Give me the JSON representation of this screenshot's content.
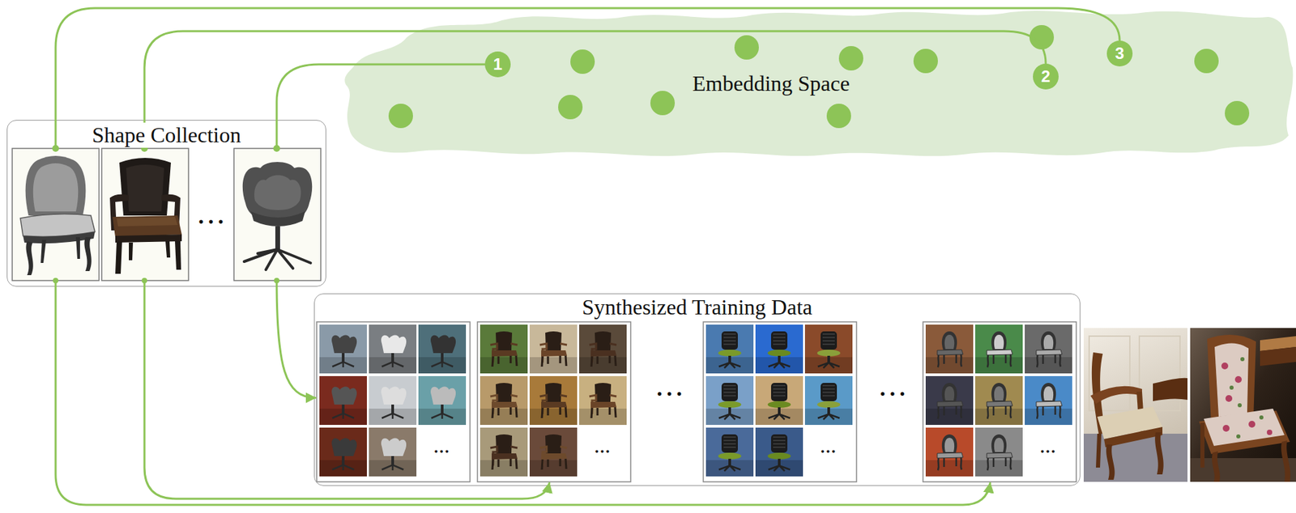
{
  "diagram": {
    "nodes": [
      {
        "text": [
          "Embedding Space"
        ]
      },
      {
        "text": [
          "1"
        ],
        "in": 0
      },
      {
        "text": [
          "2"
        ],
        "in": 0
      },
      {
        "text": [
          "3"
        ],
        "in": 0
      },
      {
        "text": [
          "Shape Collection"
        ]
      },
      {
        "text": [
          "Synthesized Training Data"
        ]
      }
    ],
    "labels": [
      "...",
      "...",
      "...",
      "...",
      "...",
      "...",
      "..."
    ]
  }
}
